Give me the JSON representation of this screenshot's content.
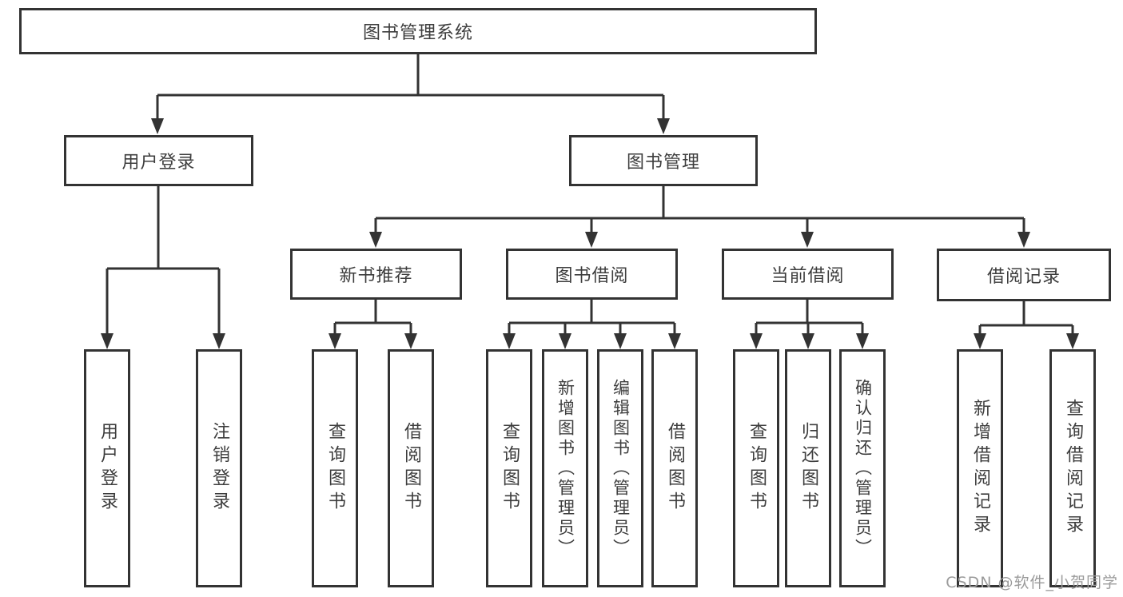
{
  "diagram": {
    "title": "图书管理系统",
    "colors": {
      "line": "#333333",
      "text": "#3d3d3d",
      "background": "#ffffff",
      "watermark": "#9b9b9b"
    },
    "nodes": {
      "root": {
        "label": "图书管理系统"
      },
      "user_login_branch": {
        "label": "用户登录"
      },
      "book_mgmt_branch": {
        "label": "图书管理"
      },
      "new_book_rec": {
        "label": "新书推荐"
      },
      "book_borrow": {
        "label": "图书借阅"
      },
      "current_borrow": {
        "label": "当前借阅"
      },
      "borrow_records": {
        "label": "借阅记录"
      },
      "leaf_user_login": {
        "label": "用户登录"
      },
      "leaf_logout": {
        "label": "注销登录"
      },
      "leaf_rec_query_book": {
        "label": "查询图书"
      },
      "leaf_rec_borrow_book": {
        "label": "借阅图书"
      },
      "leaf_bb_query_book": {
        "label": "查询图书"
      },
      "leaf_bb_add_book": {
        "label": "新增图书（管理员）"
      },
      "leaf_bb_edit_book": {
        "label": "编辑图书（管理员）"
      },
      "leaf_bb_borrow_book": {
        "label": "借阅图书"
      },
      "leaf_cb_query_book": {
        "label": "查询图书"
      },
      "leaf_cb_return_book": {
        "label": "归还图书"
      },
      "leaf_cb_confirm_return": {
        "label": "确认归还（管理员）"
      },
      "leaf_br_add_record": {
        "label": "新增借阅记录"
      },
      "leaf_br_query_record": {
        "label": "查询借阅记录"
      }
    }
  },
  "watermark": {
    "text": "CSDN @软件_小贺同学"
  }
}
